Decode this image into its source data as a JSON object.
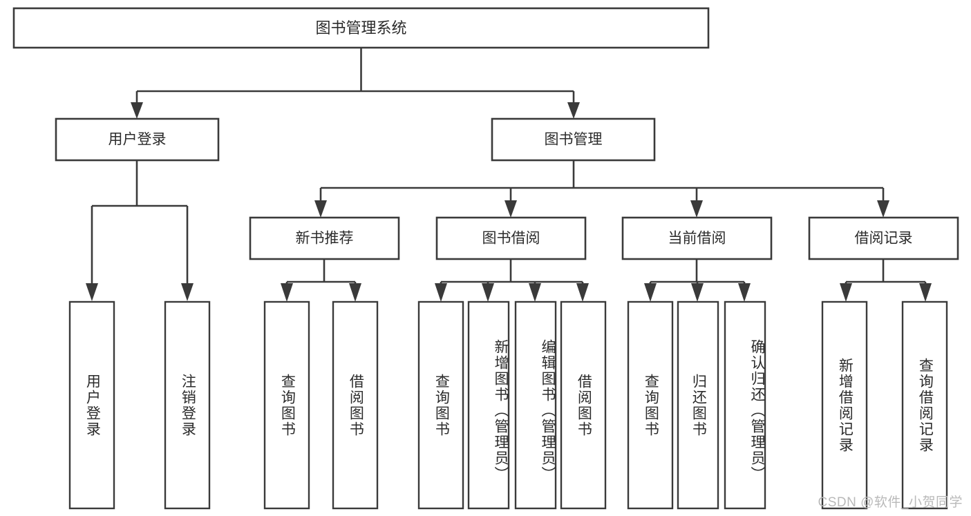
{
  "diagram": {
    "type": "hierarchy-tree",
    "title": "图书管理系统",
    "root": {
      "label": "图书管理系统"
    },
    "level2": [
      {
        "label": "用户登录"
      },
      {
        "label": "图书管理"
      }
    ],
    "level3": [
      {
        "label": "新书推荐"
      },
      {
        "label": "图书借阅"
      },
      {
        "label": "当前借阅"
      },
      {
        "label": "借阅记录"
      }
    ],
    "leaves": {
      "user_login": [
        {
          "label": "用户登录"
        },
        {
          "label": "注销登录"
        }
      ],
      "new_book_recommend": [
        {
          "label": "查询图书"
        },
        {
          "label": "借阅图书"
        }
      ],
      "book_borrow": [
        {
          "label": "查询图书"
        },
        {
          "label": "新增图书（管理员）"
        },
        {
          "label": "编辑图书（管理员）"
        },
        {
          "label": "借阅图书"
        }
      ],
      "current_borrow": [
        {
          "label": "查询图书"
        },
        {
          "label": "归还图书"
        },
        {
          "label": "确认归还（管理员）"
        }
      ],
      "borrow_record": [
        {
          "label": "新增借阅记录"
        },
        {
          "label": "查询借阅记录"
        }
      ]
    }
  },
  "watermark": {
    "text": "CSDN @软件_小贺同学"
  },
  "colors": {
    "stroke": "#3a3a3a",
    "text": "#2b2b2b",
    "background": "#ffffff",
    "watermark": "#b9b9b9"
  }
}
